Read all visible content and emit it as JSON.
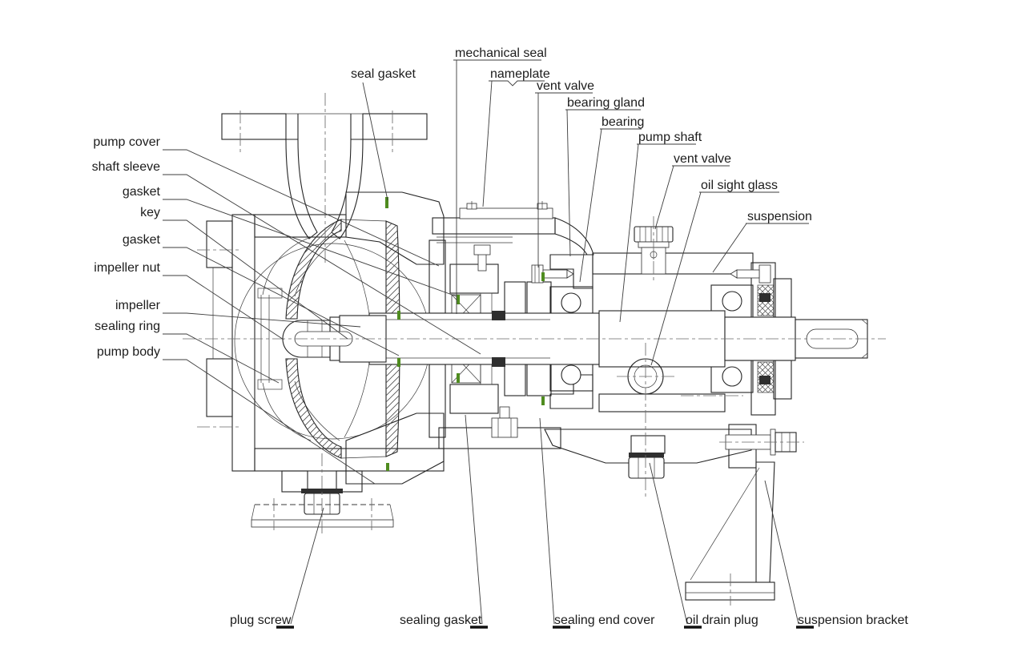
{
  "diagram": {
    "type": "engineering-sectional-drawing",
    "subject": "horizontal end-suction centrifugal pump, longitudinal cross-section",
    "background": "#ffffff",
    "line_color": "#2b2b2b",
    "accent_colors": {
      "gasket_marks": "#4f8c1f",
      "seal_fill": "#2f2f2f"
    },
    "labels": {
      "left": [
        "pump cover",
        "shaft sleeve",
        "gasket",
        "key",
        "gasket",
        "impeller nut",
        "impeller",
        "sealing ring",
        "pump body"
      ],
      "top": [
        "seal gasket",
        "mechanical seal",
        "nameplate",
        "vent valve",
        "bearing gland",
        "bearing",
        "pump shaft",
        "vent valve",
        "oil sight glass",
        "suspension"
      ],
      "bottom": [
        "plug screw",
        "sealing gasket",
        "sealing end cover",
        "oil drain plug",
        "suspension bracket"
      ]
    }
  }
}
